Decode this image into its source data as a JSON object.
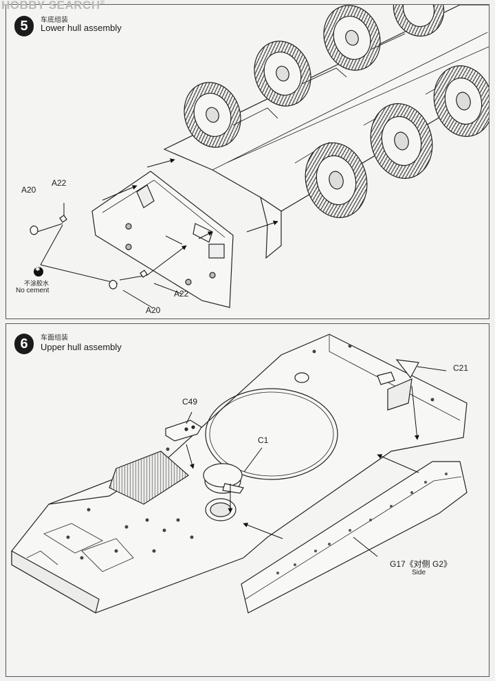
{
  "watermark": {
    "text": "HOBBY SEARCH",
    "mark": "®"
  },
  "page_number": "",
  "step5": {
    "number": "5",
    "title_cn": "车底组装",
    "title_en": "Lower hull assembly",
    "parts": {
      "a20_top": "A20",
      "a22_top": "A22",
      "a22_bottom": "A22",
      "a20_bottom": "A20"
    },
    "no_cement_symbol": "✱",
    "no_cement_cn": "不涂胶水",
    "no_cement_en": "No cement"
  },
  "step6": {
    "number": "6",
    "title_cn": "车面组装",
    "title_en": "Upper hull assembly",
    "parts": {
      "c21": "C21",
      "c49": "C49",
      "c1": "C1",
      "g17": "G17《对侧 G2》",
      "g17_side": "Side"
    }
  }
}
